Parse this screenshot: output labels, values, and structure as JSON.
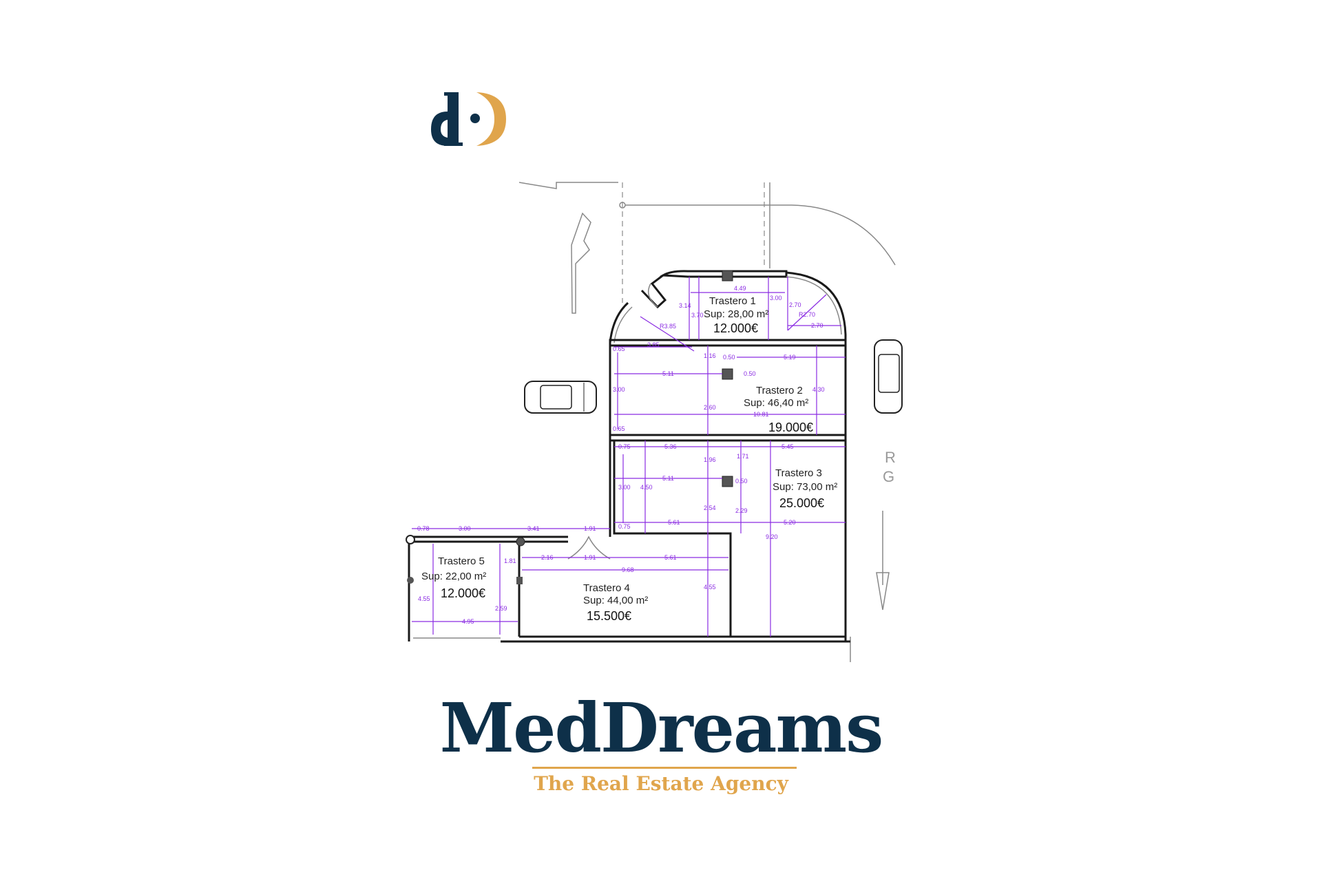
{
  "brand": {
    "name": "MedDreams",
    "tagline": "The Real Estate Agency",
    "logo_letters": "dD",
    "primary_color": "#0e3049",
    "accent_color": "#e0a54c"
  },
  "plan": {
    "rooms": [
      {
        "name": "Trastero 1",
        "area": "Sup: 28,00 m²",
        "price": "12.000€"
      },
      {
        "name": "Trastero 2",
        "area": "Sup: 46,40 m²",
        "price": "19.000€"
      },
      {
        "name": "Trastero 3",
        "area": "Sup: 73,00 m²",
        "price": "25.000€"
      },
      {
        "name": "Trastero 4",
        "area": "Sup: 44,00 m²",
        "price": "15.500€"
      },
      {
        "name": "Trastero 5",
        "area": "Sup: 22,00 m²",
        "price": "12.000€"
      }
    ],
    "dims": [
      "4.49",
      "3.14",
      "3.70",
      "3.00",
      "2.70",
      "R2.70",
      "2.70",
      "R3.85",
      "3.85",
      "0.65",
      "1.16",
      "0.50",
      "5.19",
      "5.11",
      "0.50",
      "3.00",
      "4.30",
      "2.60",
      "10.81",
      "0.65",
      "0.75",
      "5.36",
      "5.45",
      "1.96",
      "1.71",
      "5.11",
      "0.50",
      "3.00",
      "4.50",
      "2.54",
      "2.29",
      "5.61",
      "5.20",
      "0.75",
      "9.20",
      "0.78",
      "3.00",
      "3.41",
      "1.91",
      "2.16",
      "1.91",
      "5.61",
      "9.68",
      "1.81",
      "4.55",
      "2.59",
      "4.95",
      "4.55"
    ],
    "edge_letters": [
      "R",
      "G"
    ]
  }
}
